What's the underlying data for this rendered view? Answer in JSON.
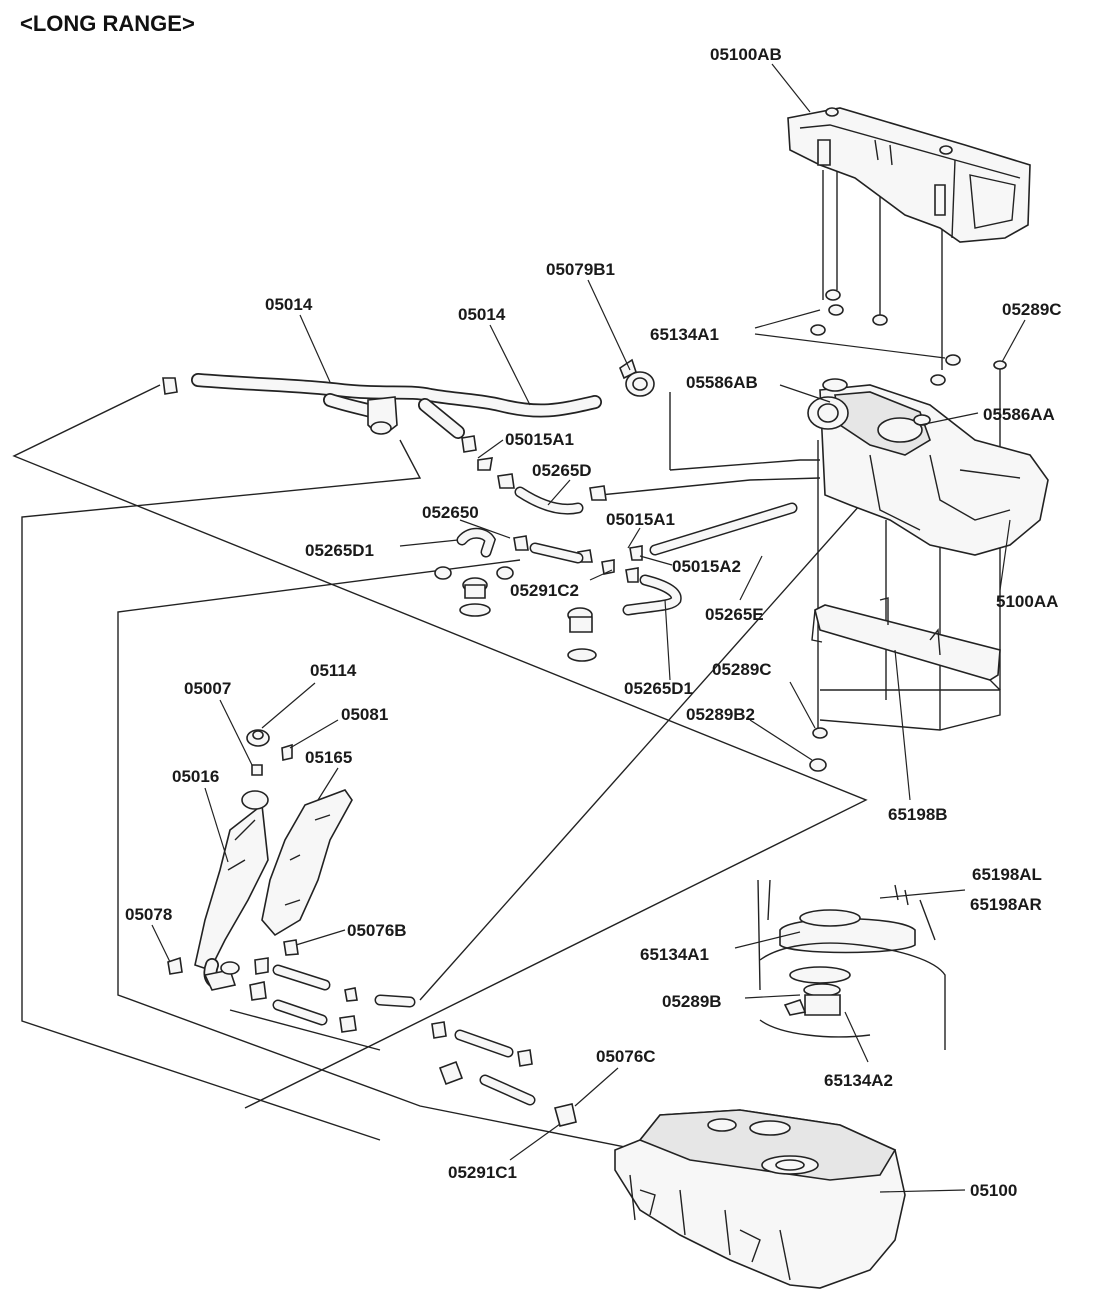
{
  "title": "<LONG RANGE>",
  "labels": {
    "l_05100AB": "05100AB",
    "l_05079B1": "05079B1",
    "l_05014a": "05014",
    "l_05014b": "05014",
    "l_65134A1_top": "65134A1",
    "l_05289C_top": "05289C",
    "l_05586AB": "05586AB",
    "l_05586AA": "05586AA",
    "l_05015A1_a": "05015A1",
    "l_05265D": "05265D",
    "l_052650": "052650",
    "l_05015A1_b": "05015A1",
    "l_05265D1_a": "05265D1",
    "l_05015A2": "05015A2",
    "l_05291C2": "05291C2",
    "l_05265E": "05265E",
    "l_5100AA": "5100AA",
    "l_05289C_mid": "05289C",
    "l_05265D1_b": "05265D1",
    "l_05289B2": "05289B2",
    "l_05114": "05114",
    "l_05007": "05007",
    "l_05081": "05081",
    "l_05016": "05016",
    "l_05165": "05165",
    "l_65198B": "65198B",
    "l_65198AL": "65198AL",
    "l_65198AR": "65198AR",
    "l_05078": "05078",
    "l_05076B": "05076B",
    "l_65134A1_bot": "65134A1",
    "l_05289B": "05289B",
    "l_65134A2": "65134A2",
    "l_05076C": "05076C",
    "l_05291C1": "05291C1",
    "l_05100": "05100"
  }
}
